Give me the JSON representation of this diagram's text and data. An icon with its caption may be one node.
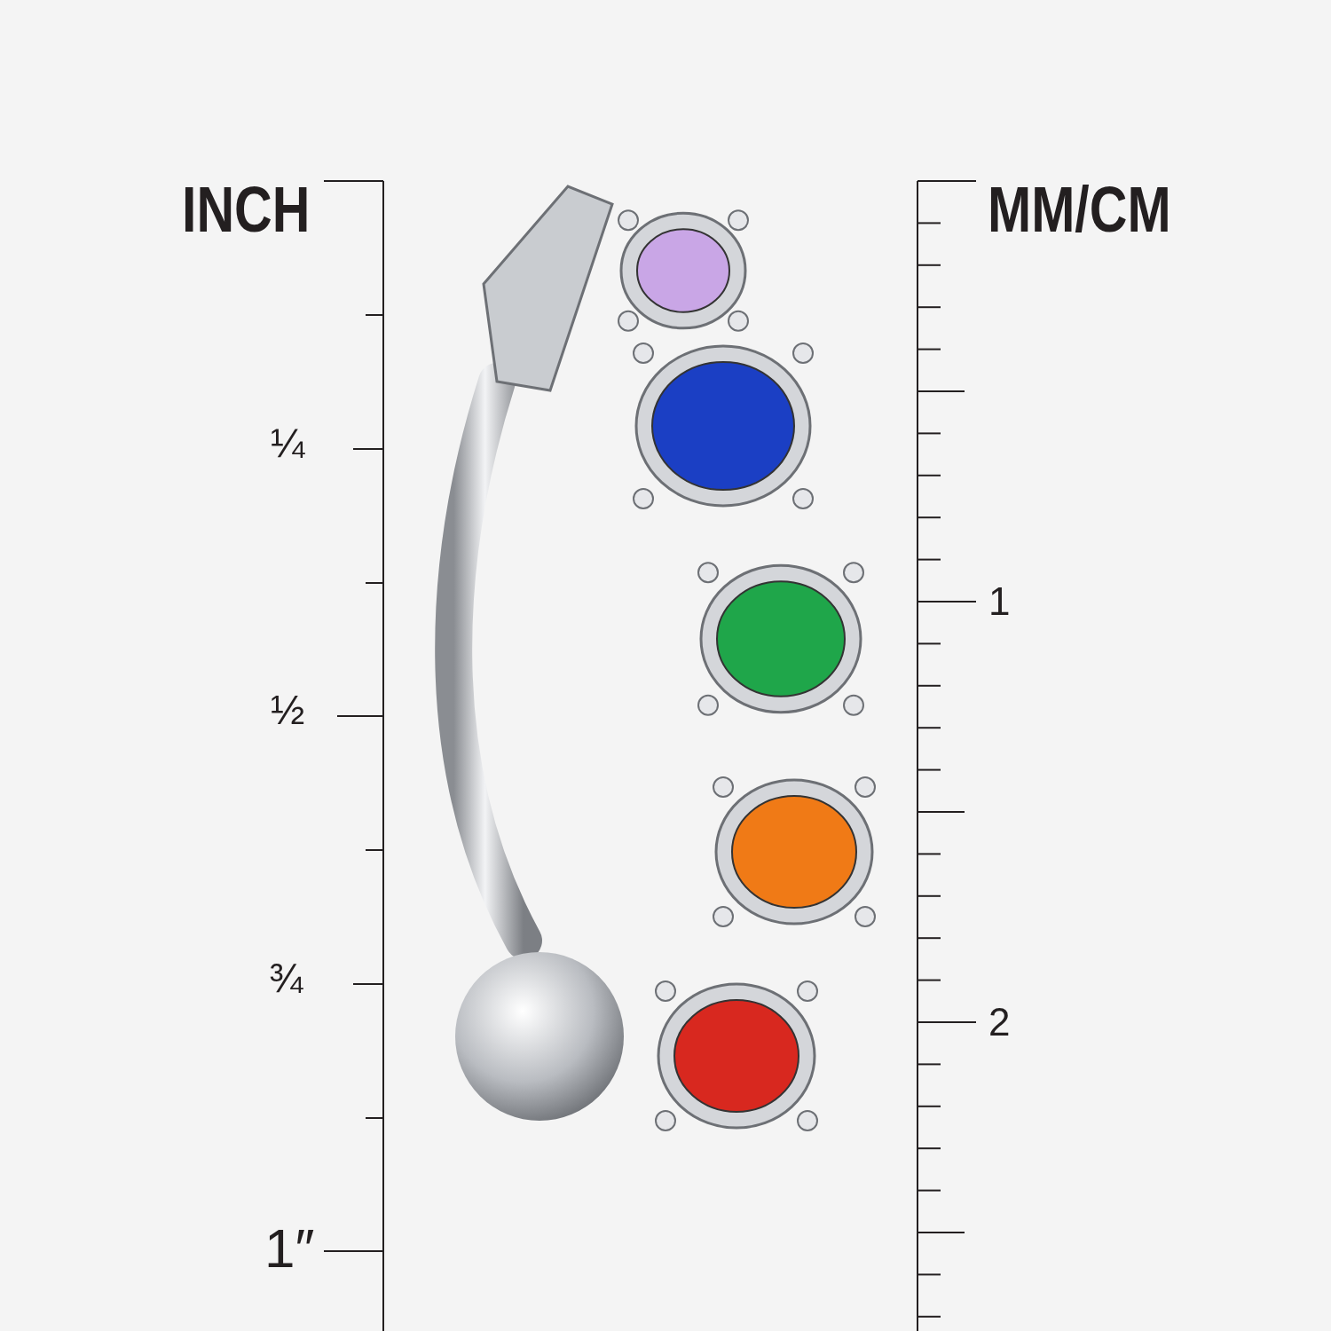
{
  "diagram": {
    "labels": [
      "INCH",
      "¼",
      "½",
      "¾",
      "1″",
      "MM/CM",
      "1",
      "2"
    ]
  }
}
